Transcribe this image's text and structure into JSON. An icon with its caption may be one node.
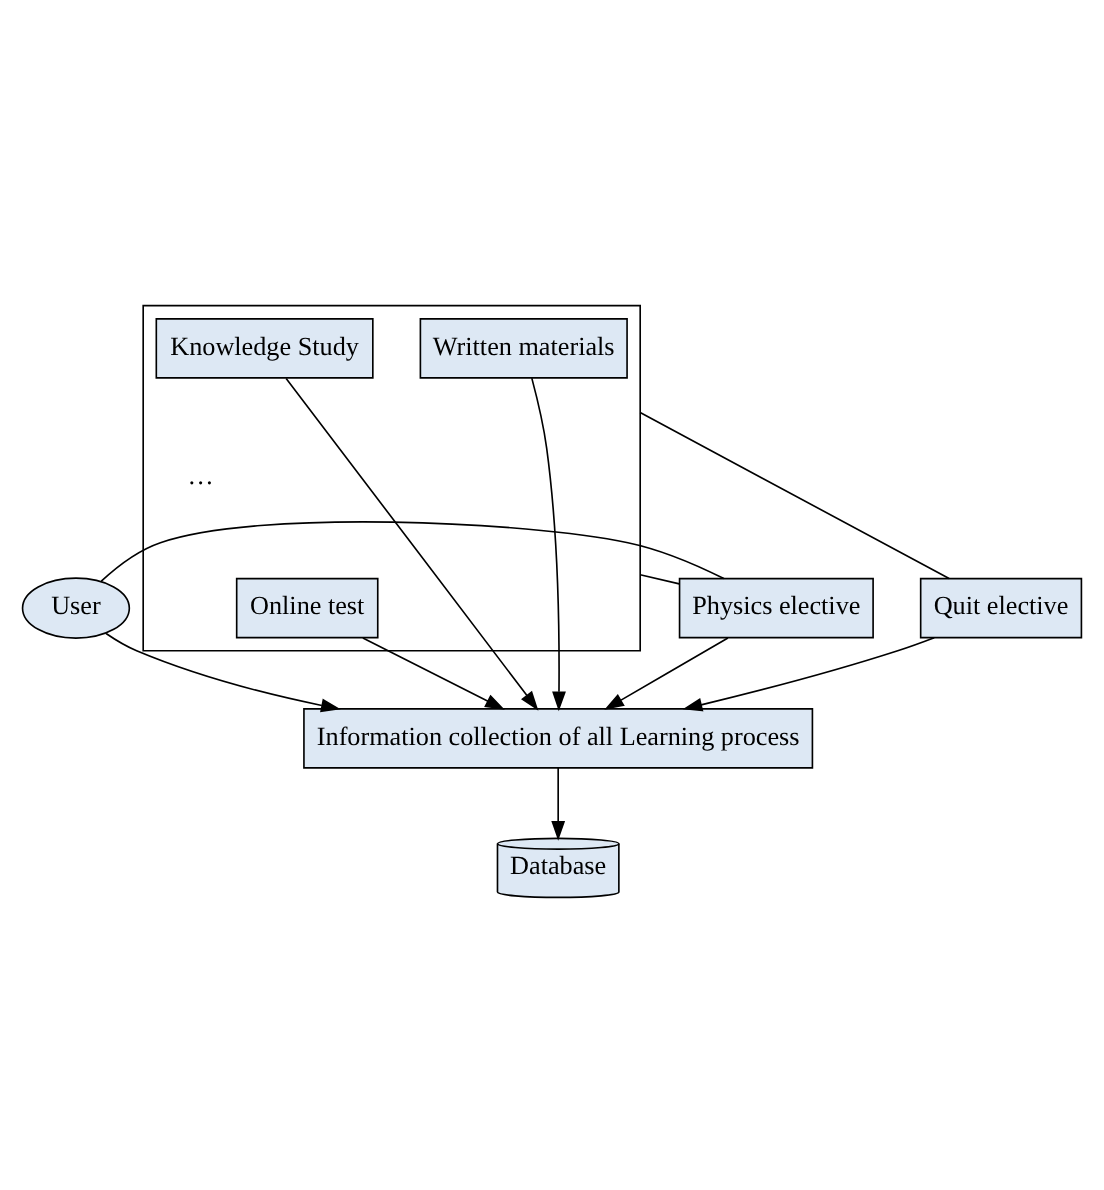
{
  "diagram": {
    "nodes": [
      {
        "text": [
          "User"
        ]
      },
      {
        "text": [
          "Physics elective"
        ]
      },
      {
        "text": [],
        "shape": "box"
      },
      {
        "text": [
          "Written materials"
        ],
        "in": 2
      },
      {
        "text": [
          "Knowledge Study"
        ],
        "in": 2
      },
      {
        "text": [
          "Online test"
        ],
        "in": 2
      },
      {
        "text": [
          "Quit elective"
        ]
      },
      {
        "text": [
          "Information collection of all Learning process"
        ]
      },
      {
        "text": [
          "Database"
        ]
      }
    ],
    "edges": [
      {
        "from": 0,
        "to": 1,
        "arrow": "none"
      },
      {
        "from": 1,
        "to": 2,
        "arrow": "none"
      },
      {
        "from": 2,
        "to": 6,
        "arrow": "none"
      },
      {
        "from": 0,
        "to": 7,
        "arrow": "to"
      },
      {
        "from": 1,
        "to": 7,
        "arrow": "to"
      },
      {
        "from": 3,
        "to": 7,
        "arrow": "to"
      },
      {
        "from": 5,
        "to": 7,
        "arrow": "to"
      },
      {
        "from": 4,
        "to": 7,
        "arrow": "to"
      },
      {
        "from": 6,
        "to": 7,
        "arrow": "to"
      },
      {
        "from": 7,
        "to": 8,
        "arrow": "to"
      }
    ],
    "labels": [
      "…"
    ]
  }
}
